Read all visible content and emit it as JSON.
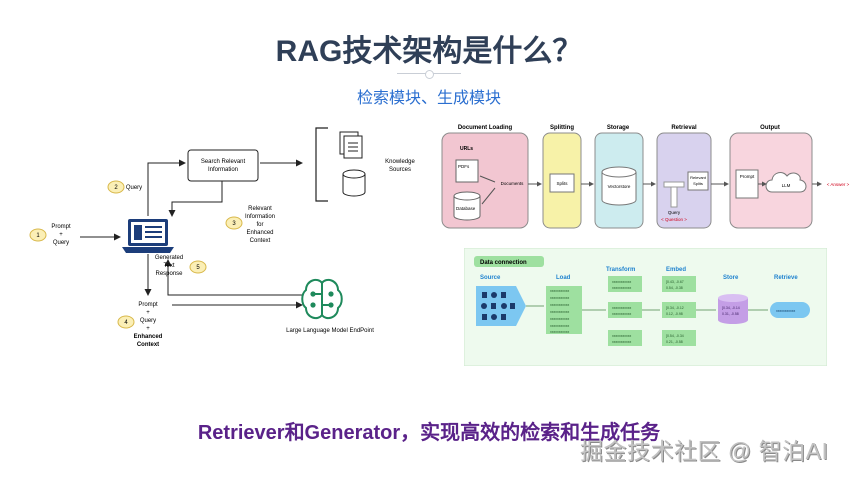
{
  "slide": {
    "title": "RAG技术架构是什么？",
    "subtitle": "检索模块、生成模块",
    "caption": "Retriever和Generator，实现高效的检索和生成任务",
    "watermark": "掘金技术社区 @ 智泊AI"
  },
  "left_diagram": {
    "steps": [
      {
        "num": "1",
        "lines": [
          "Prompt",
          "+",
          "Query"
        ]
      },
      {
        "num": "2",
        "lines": [
          "Query"
        ]
      },
      {
        "num": "3",
        "lines": [
          "Relevant",
          "Information",
          "for",
          "Enhanced",
          "Context"
        ]
      },
      {
        "num": "4",
        "lines": [
          "Prompt",
          "+",
          "Query",
          "+",
          "Enhanced",
          "Context"
        ]
      },
      {
        "num": "5",
        "lines": [
          "Generated",
          "Text",
          "Response"
        ]
      }
    ],
    "search_box": [
      "Search Relevant",
      "Information"
    ],
    "knowledge_sources": [
      "Knowledge",
      "Sources"
    ],
    "llm_label": "Large Language Model EndPoint"
  },
  "langchain_diagram": {
    "stages": [
      "Document Loading",
      "Splitting",
      "Storage",
      "Retrieval",
      "Output"
    ],
    "urls": "URLs",
    "pdfs": "PDFs",
    "database": "Database",
    "documents": "Documents",
    "splits": "Splits",
    "vectorstore": "Vectorstore",
    "relevant_splits": [
      "Relevant",
      "Splits"
    ],
    "query": "Query",
    "question": "< Question >",
    "prompt": "Prompt",
    "llm": "LLM",
    "answer": "< Answer >"
  },
  "data_connection": {
    "header": "Data connection",
    "columns": [
      "Source",
      "Load",
      "Transform",
      "Embed",
      "Store",
      "Retrieve"
    ],
    "placeholder": "xxxxxxxxxxx",
    "embed_values": [
      "[0.43, -0.67",
      "0.54, -0.38",
      "[0.34, -0.12",
      "0.12, -0.98",
      "[0.54, -0.34",
      "0.21, -0.58"
    ],
    "store_values": [
      "[0.34, -0.14",
      "0.31, -0.58"
    ]
  },
  "colors": {
    "title": "#2f3f57",
    "subtitle": "#2b6fd0",
    "caption": "#5a2289",
    "badge_fill": "#fbefb6",
    "badge_stroke": "#d8b84a",
    "llm_icon": "#1f8a5c",
    "stage_load": "#f2c6d1",
    "stage_split": "#f7f2a8",
    "stage_storage": "#cdecef",
    "stage_retrieval": "#d8d2ee",
    "stage_output": "#f8d5de",
    "dc_background": "#eefaee",
    "dc_green": "#9ee0a0",
    "dc_blue": "#7cc7f1",
    "dc_purple": "#c49ee6"
  },
  "icons": [
    "laptop-icon",
    "document-stack-icon",
    "database-icon",
    "brain-circuit-icon",
    "cloud-icon"
  ]
}
